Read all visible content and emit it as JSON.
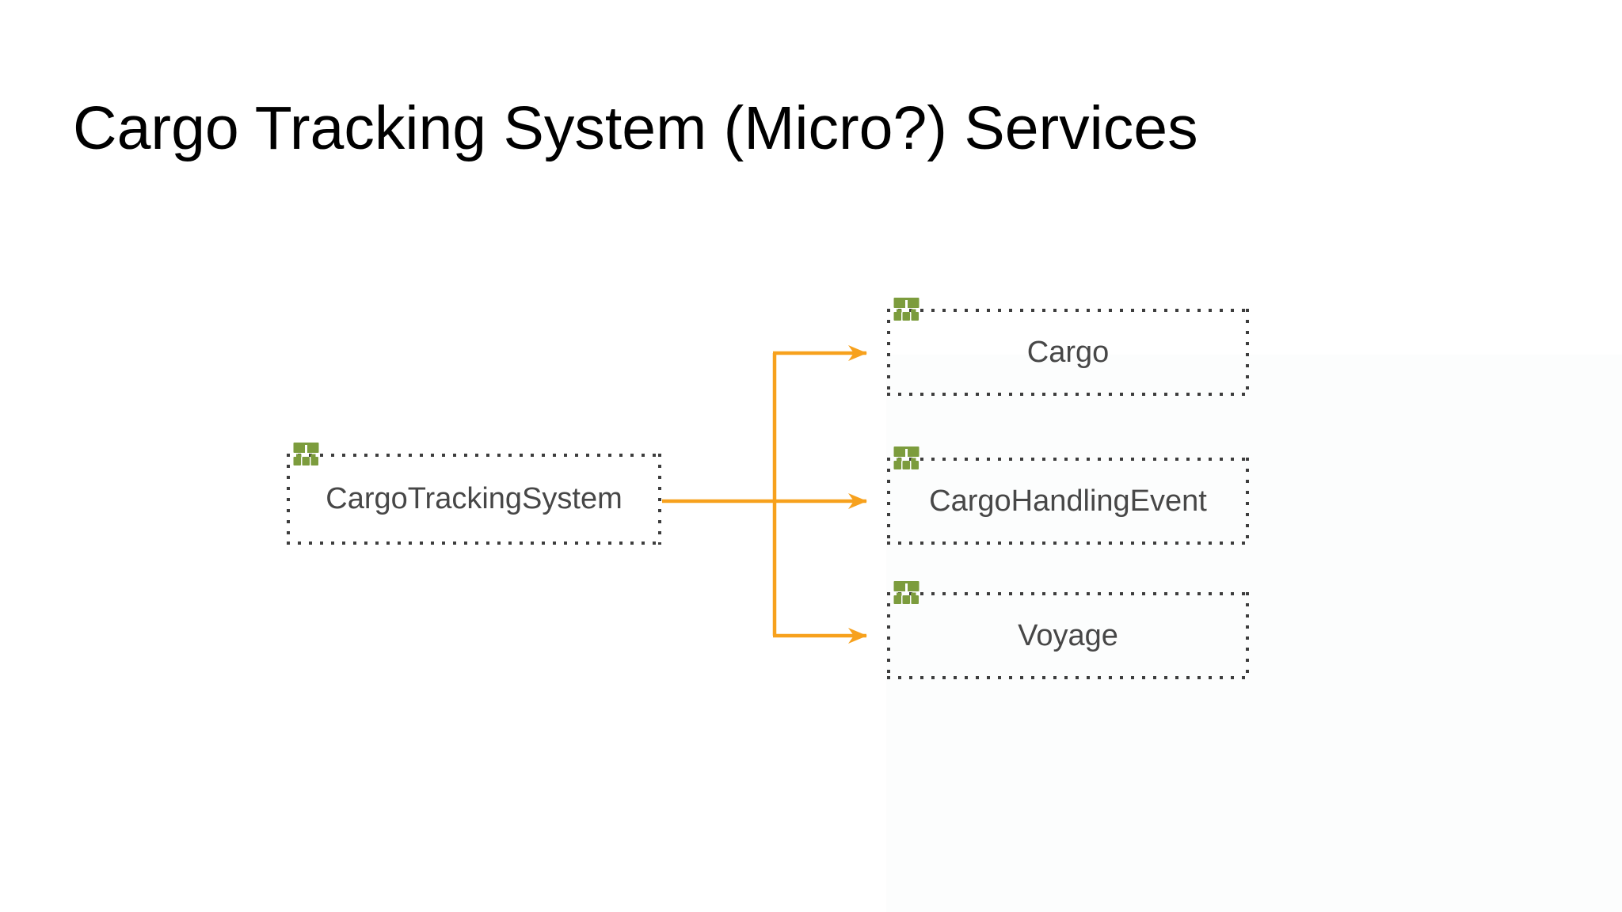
{
  "page": {
    "title": "Cargo Tracking System (Micro?) Services"
  },
  "diagram": {
    "nodes": [
      {
        "id": "cargoTrackingSystem",
        "label": "CargoTrackingSystem",
        "icon": "server-farm-icon"
      },
      {
        "id": "cargo",
        "label": "Cargo",
        "icon": "server-farm-icon"
      },
      {
        "id": "cargoHandlingEvent",
        "label": "CargoHandlingEvent",
        "icon": "server-farm-icon"
      },
      {
        "id": "voyage",
        "label": "Voyage",
        "icon": "server-farm-icon"
      }
    ],
    "edges": [
      {
        "from": "cargoTrackingSystem",
        "to": "cargo"
      },
      {
        "from": "cargoTrackingSystem",
        "to": "cargoHandlingEvent"
      },
      {
        "from": "cargoTrackingSystem",
        "to": "voyage"
      }
    ],
    "colors": {
      "arrow": "#F7A11D",
      "border_dots": "#3D3D3D",
      "node_text": "#474747",
      "icon_green": "#7C9C3D",
      "title_text": "#000000"
    }
  }
}
